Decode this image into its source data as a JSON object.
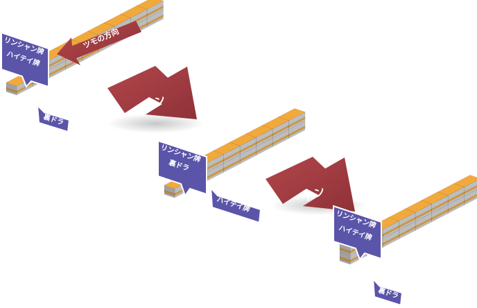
{
  "direction_label": "ツモの方向",
  "kan_label": "カン",
  "stage1": {
    "top_tag_line1": "リンシャン牌",
    "top_tag_line2": "ハイテイ牌",
    "bottom_tag": "裏ドラ"
  },
  "stage2": {
    "top_tag_line1": "リンシャン牌",
    "top_tag_line2": "裏ドラ",
    "bottom_tag": "ハイテイ牌"
  },
  "stage3": {
    "top_tag_line1": "リンシャン牌",
    "top_tag_line2": "ハイテイ牌",
    "bottom_tag": "裏ドラ"
  },
  "colors": {
    "tile_top": "#f2a93c",
    "tile_side": "#bdbdbd",
    "tag_blue": "#5a55a8",
    "arrow_red": "#9e3a40"
  }
}
